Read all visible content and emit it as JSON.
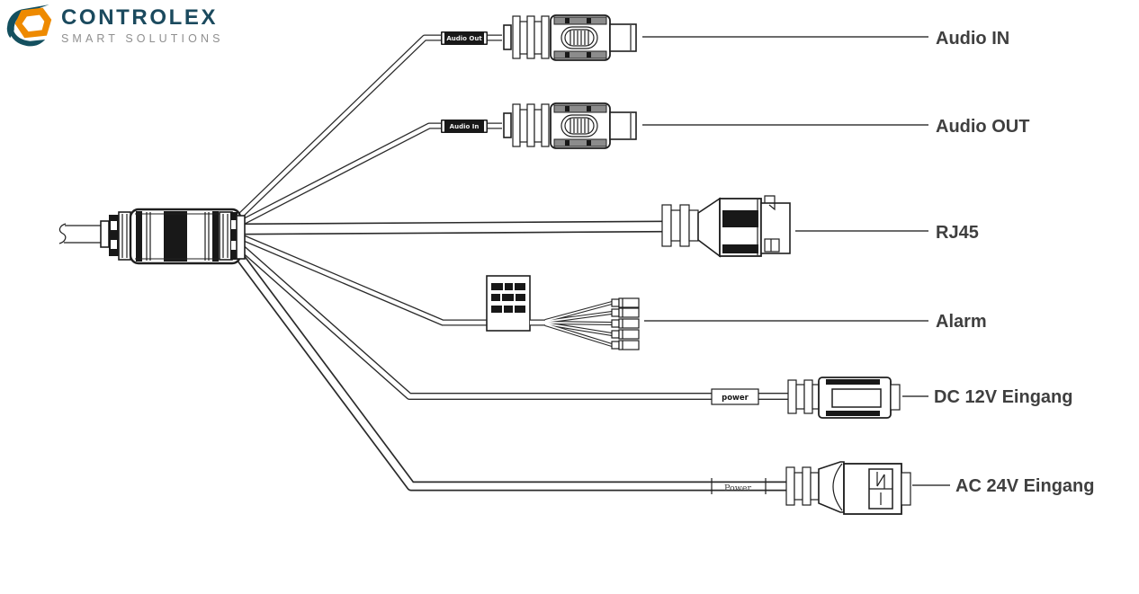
{
  "logo": {
    "brand": "CONTROLEX",
    "tagline": "SMART SOLUTIONS",
    "colors": {
      "brand_text": "#1b4a5e",
      "tagline_text": "#8f8f8f",
      "icon_orange": "#EE8A00",
      "icon_teal": "#14505F"
    }
  },
  "diagram": {
    "colors": {
      "line_art": "#1f1f1f",
      "label_text": "#3f3f3f",
      "background": "#ffffff"
    },
    "connectors": [
      {
        "label": "Audio IN",
        "cable_tag": "Audio Out"
      },
      {
        "label": "Audio OUT",
        "cable_tag": "Audio In"
      },
      {
        "label": "RJ45",
        "cable_tag": ""
      },
      {
        "label": "Alarm",
        "cable_tag": ""
      },
      {
        "label": "DC 12V Eingang",
        "cable_tag": "power"
      },
      {
        "label": "AC 24V Eingang",
        "cable_tag": "Power"
      }
    ]
  }
}
